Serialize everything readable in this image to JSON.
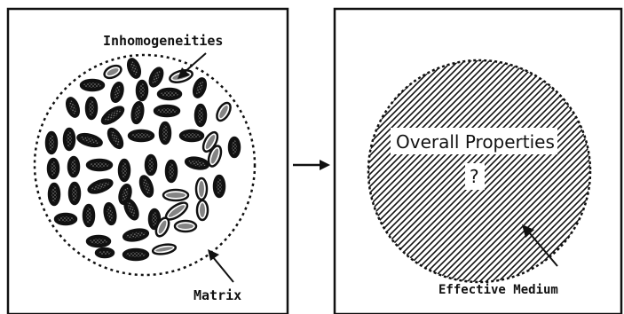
{
  "left_panel": {
    "label_inhomogeneities": "Inhomogeneities",
    "label_matrix": "Matrix"
  },
  "right_panel": {
    "label_overall_properties": "Overall Properties",
    "label_question": "?",
    "label_effective_medium": "Effective Medium"
  },
  "colors": {
    "ink": "#111111",
    "background": "#ffffff"
  }
}
